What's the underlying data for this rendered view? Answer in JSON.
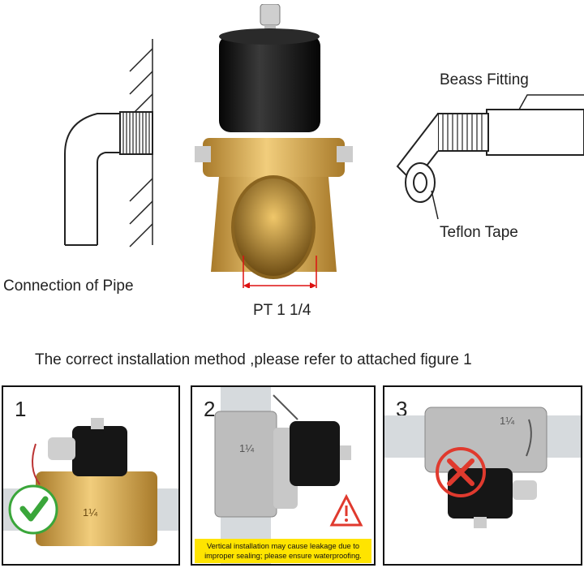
{
  "labels": {
    "brass_fitting": "Beass Fitting",
    "teflon_tape": "Teflon Tape",
    "connection_of_pipe": "Connection of Pipe",
    "port_size": "PT 1 1/4",
    "instruction": "The correct installation method ,please refer to attached figure 1"
  },
  "panels": [
    {
      "number": "1",
      "valve_mark": "1¼",
      "status": "correct"
    },
    {
      "number": "2",
      "valve_mark": "1¼",
      "status": "warning",
      "warning_text": "Vertical installation may cause leakage due to improper sealing; please ensure waterproofing."
    },
    {
      "number": "3",
      "valve_mark": "1¼",
      "status": "incorrect"
    }
  ],
  "colors": {
    "brass": "#d9a94e",
    "coil": "#1a1a1a",
    "steel": "#c8c8c8",
    "pipe": "#d6dadd",
    "correct": "#3aa63a",
    "incorrect": "#e03a2e",
    "warning": "#ffe400"
  }
}
